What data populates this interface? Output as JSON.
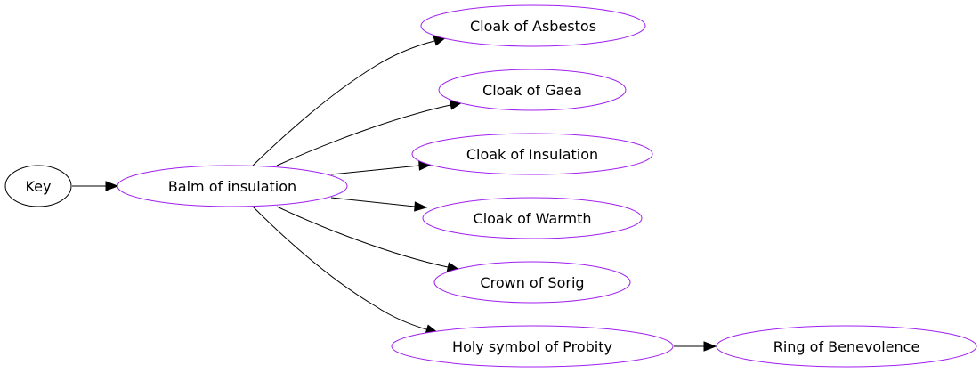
{
  "diagram": {
    "type": "directed-graph",
    "colors": {
      "background": "#ffffff",
      "key_node_stroke": "#000000",
      "item_node_stroke": "#a020f0",
      "edge": "#000000",
      "text": "#000000"
    },
    "nodes": [
      {
        "id": "key",
        "label": "Key",
        "style": "key"
      },
      {
        "id": "balm",
        "label": "Balm of insulation",
        "style": "item"
      },
      {
        "id": "asbestos",
        "label": "Cloak of Asbestos",
        "style": "item"
      },
      {
        "id": "gaea",
        "label": "Cloak of Gaea",
        "style": "item"
      },
      {
        "id": "insulation",
        "label": "Cloak of Insulation",
        "style": "item"
      },
      {
        "id": "warmth",
        "label": "Cloak of Warmth",
        "style": "item"
      },
      {
        "id": "sorig",
        "label": "Crown of Sorig",
        "style": "item"
      },
      {
        "id": "probity",
        "label": "Holy symbol of Probity",
        "style": "item"
      },
      {
        "id": "benevolence",
        "label": "Ring of Benevolence",
        "style": "item"
      }
    ],
    "edges": [
      {
        "from": "key",
        "to": "balm"
      },
      {
        "from": "balm",
        "to": "asbestos"
      },
      {
        "from": "balm",
        "to": "gaea"
      },
      {
        "from": "balm",
        "to": "insulation"
      },
      {
        "from": "balm",
        "to": "warmth"
      },
      {
        "from": "balm",
        "to": "sorig"
      },
      {
        "from": "balm",
        "to": "probity"
      },
      {
        "from": "probity",
        "to": "benevolence"
      }
    ]
  }
}
